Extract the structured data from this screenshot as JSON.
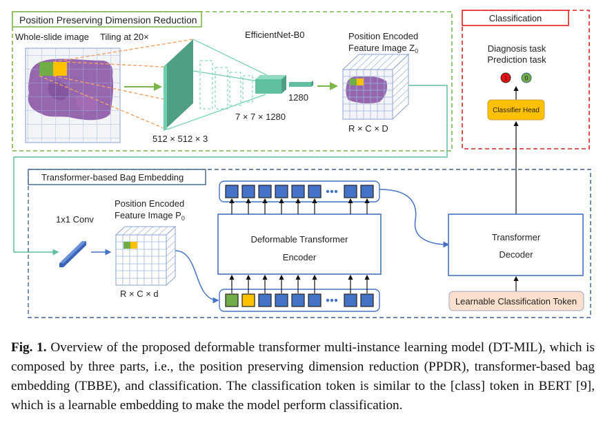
{
  "ppdr": {
    "title": "Position Preserving Dimension Reduction",
    "wsi_label": "Whole-slide image",
    "tiling_label": "Tiling at 20×",
    "network_label": "EfficientNet-B0",
    "input_dims": "512 × 512 × 3",
    "feature_dims": "7 × 7 × 1280",
    "vector_dims": "1280",
    "z0_label_line1": "Position Encoded",
    "z0_label_line2": "Feature Image Z",
    "z0_subscript": "0",
    "z0_dims": "R × C × D"
  },
  "classification": {
    "title": "Classification",
    "task_line1": "Diagnosis task",
    "task_line2": "Prediction task",
    "output_positive": "1",
    "output_negative": "0",
    "head_label": "Classifier Head"
  },
  "tbbe": {
    "title": "Transformer-based Bag Embedding",
    "conv_label": "1x1 Conv",
    "p0_label_line1": "Position Encoded",
    "p0_label_line2": "Feature Image P",
    "p0_subscript": "0",
    "p0_dims": "R × C × d",
    "encoder_line1": "Deformable Transformer",
    "encoder_line2": "Encoder",
    "decoder_line1": "Transformer",
    "decoder_line2": "Decoder",
    "token_label": "Learnable Classification Token"
  },
  "colors": {
    "ppdr_border": "#7ab648",
    "classification_border": "#e02020",
    "tbbe_border": "#3d5f8f",
    "network_teal": "#5fbf9f",
    "token_blue": "#4472c4",
    "patch_green": "#70ad47",
    "patch_yellow": "#ffc000",
    "classifier_head": "#ffc000",
    "cls_token_fill": "#fbe0cd",
    "tissue": "#8e5aa8"
  },
  "caption": {
    "label": "Fig. 1.",
    "text": " Overview of the proposed deformable transformer multi-instance learning model (DT-MIL), which is composed by three parts, i.e., the position preserving dimension reduction (PPDR), transformer-based bag embedding (TBBE), and classification. The classification token is similar to the [class] token in BERT [9], which is a learnable embedding to make the model perform classification."
  }
}
